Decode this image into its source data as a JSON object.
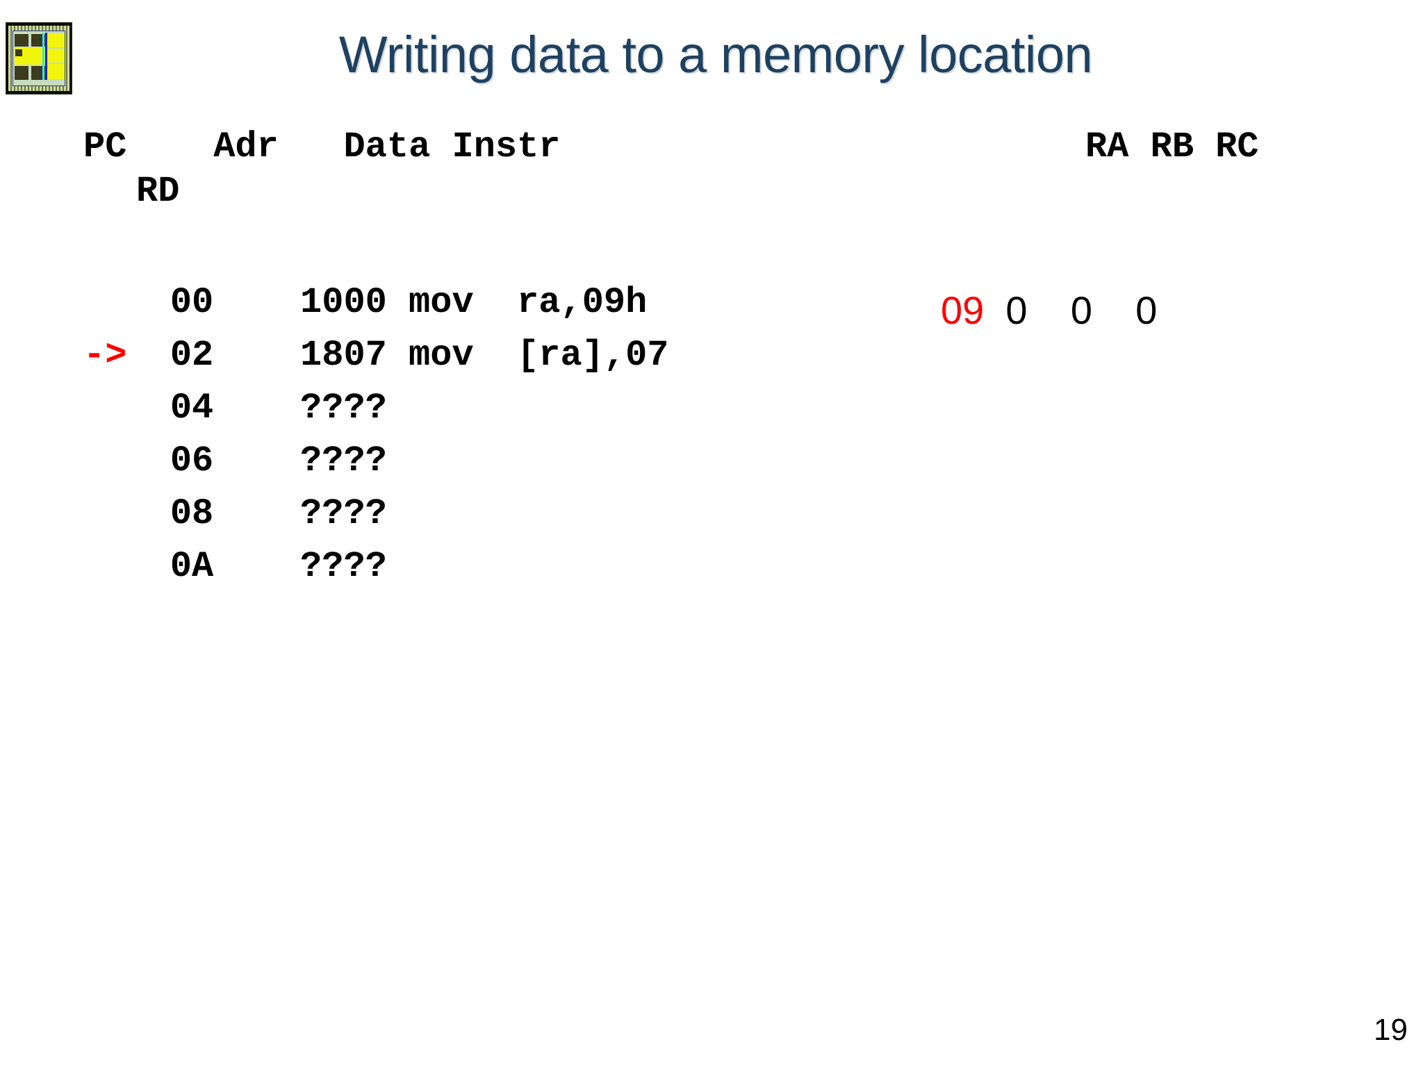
{
  "slide": {
    "title": "Writing data to a memory location",
    "page_number": "19",
    "title_color": "#1f4160",
    "accent_color": "#ff0000",
    "background_color": "#ffffff"
  },
  "logo": {
    "name": "chip-die-logo"
  },
  "table": {
    "header_left": "PC    Adr   Data Instr",
    "header_right": "RA RB RC",
    "header_second_line": "RD",
    "columns": [
      "PC",
      "Adr",
      "Data",
      "Instr",
      "RA",
      "RB",
      "RC",
      "RD"
    ]
  },
  "registers": {
    "ra": "09",
    "rb": "0",
    "rc": "0",
    "rd": "0",
    "ra_highlighted": true,
    "rendered": "09 0   0   0"
  },
  "listing": {
    "rows": [
      {
        "marker": "",
        "adr": "00",
        "data": "1000",
        "instr": "mov  ra,09h",
        "current": false
      },
      {
        "marker": "->",
        "adr": "02",
        "data": "1807",
        "instr": "mov  [ra],07",
        "current": true
      },
      {
        "marker": "",
        "adr": "04",
        "data": "????",
        "instr": "",
        "current": false
      },
      {
        "marker": "",
        "adr": "06",
        "data": "????",
        "instr": "",
        "current": false
      },
      {
        "marker": "",
        "adr": "08",
        "data": "????",
        "instr": "",
        "current": false
      },
      {
        "marker": "",
        "adr": "0A",
        "data": "????",
        "instr": "",
        "current": false
      }
    ]
  }
}
